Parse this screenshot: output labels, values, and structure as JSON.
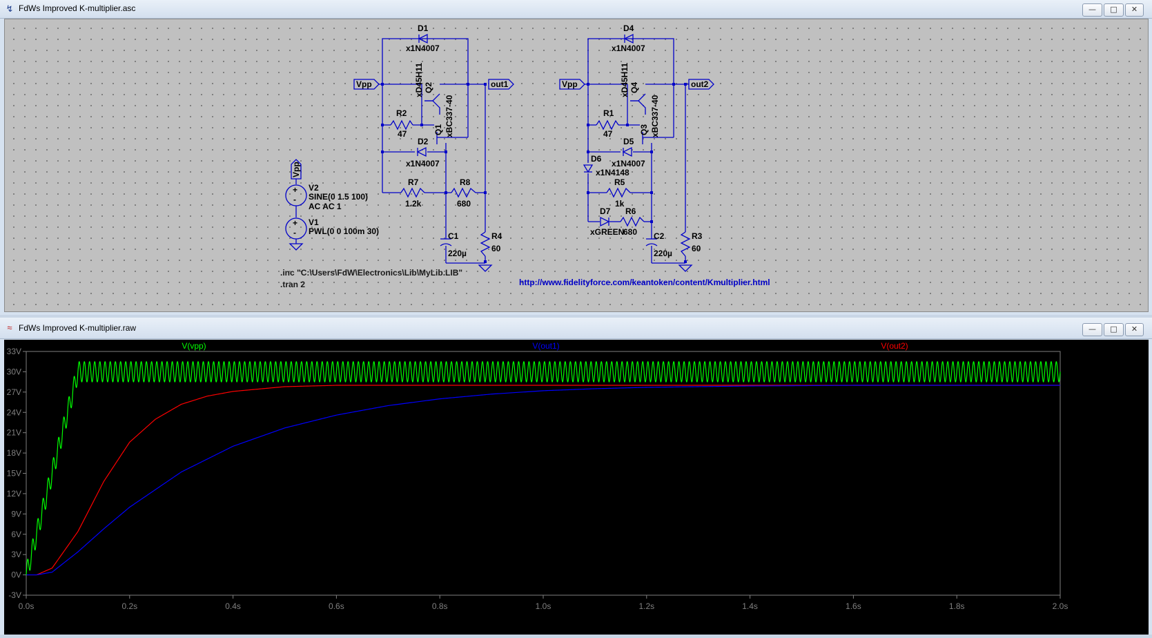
{
  "schematic_window": {
    "title": "FdWs Improved K-multiplier.asc",
    "icon": "ltspice-schematic-icon",
    "controls": {
      "minimize": "—",
      "restore": "□",
      "close": "✕"
    },
    "components": {
      "d1": {
        "name": "D1",
        "value": "x1N4007"
      },
      "d2": {
        "name": "D2",
        "value": "x1N4007"
      },
      "d4": {
        "name": "D4",
        "value": "x1N4007"
      },
      "d5": {
        "name": "D5",
        "value": "x1N4007"
      },
      "d6": {
        "name": "D6",
        "value": "x1N4148"
      },
      "d7": {
        "name": "D7",
        "value": "xGREEN"
      },
      "q1": {
        "name": "Q1",
        "value": "xBC337-40"
      },
      "q2": {
        "name": "Q2",
        "value": "xD45H11"
      },
      "q3": {
        "name": "Q3",
        "value": "xBC337-40"
      },
      "q4": {
        "name": "Q4",
        "value": "xD45H11"
      },
      "r1": {
        "name": "R1",
        "value": "47"
      },
      "r2": {
        "name": "R2",
        "value": "47"
      },
      "r3": {
        "name": "R3",
        "value": "60"
      },
      "r4": {
        "name": "R4",
        "value": "60"
      },
      "r5": {
        "name": "R5",
        "value": "1k"
      },
      "r6": {
        "name": "R6",
        "value": "680"
      },
      "r7": {
        "name": "R7",
        "value": "1.2k"
      },
      "r8": {
        "name": "R8",
        "value": "680"
      },
      "c1": {
        "name": "C1",
        "value": "220µ"
      },
      "c2": {
        "name": "C2",
        "value": "220µ"
      },
      "v1": {
        "name": "V1",
        "value": "PWL(0 0 100m 30)"
      },
      "v2": {
        "name": "V2",
        "value": "SINE(0 1.5 100)",
        "value2": "AC AC 1"
      }
    },
    "net_labels": {
      "vpp1": "Vpp",
      "vpp2": "Vpp",
      "vpp_src": "Vpp",
      "out1": "out1",
      "out2": "out2"
    },
    "directives": {
      "inc": ".inc \"C:\\Users\\FdW\\Electronics\\Lib\\MyLib.LIB\"",
      "tran": ".tran 2"
    },
    "link": "http://www.fidelityforce.com/keantoken/content/Kmultiplier.html"
  },
  "waveform_window": {
    "title": "FdWs Improved K-multiplier.raw",
    "icon": "waveform-viewer-icon",
    "controls": {
      "minimize": "—",
      "restore": "□",
      "close": "✕"
    }
  },
  "chart_data": {
    "type": "line",
    "title": "",
    "xlabel": "",
    "ylabel": "",
    "xlim": [
      0,
      2
    ],
    "ylim": [
      -3,
      33
    ],
    "x_ticks": [
      0,
      0.2,
      0.4,
      0.6,
      0.8,
      1.0,
      1.2,
      1.4,
      1.6,
      1.8,
      2.0
    ],
    "x_tick_labels": [
      "0.0s",
      "0.2s",
      "0.4s",
      "0.6s",
      "0.8s",
      "1.0s",
      "1.2s",
      "1.4s",
      "1.6s",
      "1.8s",
      "2.0s"
    ],
    "y_ticks": [
      -3,
      0,
      3,
      6,
      9,
      12,
      15,
      18,
      21,
      24,
      27,
      30,
      33
    ],
    "y_tick_labels": [
      "-3V",
      "0V",
      "3V",
      "6V",
      "9V",
      "12V",
      "15V",
      "18V",
      "21V",
      "24V",
      "27V",
      "30V",
      "33V"
    ],
    "grid": false,
    "legend": "top",
    "series": [
      {
        "name": "V(vpp)",
        "color": "#00ff00",
        "x": [
          0,
          0.1,
          2.0
        ],
        "y": [
          0,
          30,
          30
        ],
        "ripple_amplitude": 1.5,
        "ripple_frequency_hz": 100
      },
      {
        "name": "V(out1)",
        "color": "#0000ff",
        "x": [
          0,
          0.02,
          0.05,
          0.1,
          0.15,
          0.2,
          0.3,
          0.4,
          0.5,
          0.6,
          0.7,
          0.8,
          0.9,
          1.0,
          1.1,
          1.2,
          1.4,
          1.6,
          1.8,
          2.0
        ],
        "y": [
          0,
          0,
          0.4,
          3.4,
          6.8,
          10.0,
          15.2,
          19.0,
          21.7,
          23.6,
          25.0,
          26.0,
          26.7,
          27.2,
          27.5,
          27.7,
          27.9,
          28.0,
          28.0,
          28.0
        ]
      },
      {
        "name": "V(out2)",
        "color": "#ff0000",
        "x": [
          0,
          0.02,
          0.05,
          0.1,
          0.15,
          0.2,
          0.25,
          0.3,
          0.35,
          0.4,
          0.5,
          0.6,
          0.8,
          1.0,
          1.2,
          1.4,
          1.6,
          1.8,
          2.0
        ],
        "y": [
          0,
          0,
          1.0,
          6.4,
          13.8,
          19.6,
          23.0,
          25.2,
          26.4,
          27.1,
          27.8,
          28.0,
          28.0,
          28.0,
          28.0,
          28.0,
          28.0,
          28.0,
          28.0
        ]
      }
    ]
  }
}
